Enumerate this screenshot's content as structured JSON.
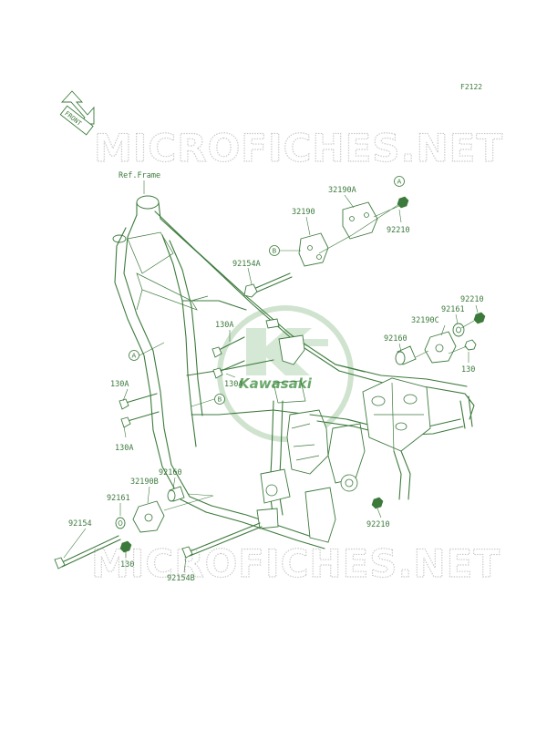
{
  "diagram_code": "F2122",
  "front_label": "FRONT",
  "watermark": "MICROFICHES.NET",
  "logo_text": "Kawasaki",
  "colors": {
    "line": "#3c7a3c",
    "watermark": "#c9c9c9",
    "logo": "#cfe3cf"
  },
  "refs": {
    "A": "A",
    "B": "B"
  },
  "labels": {
    "ref_frame": "Ref.Frame",
    "p32190A": "32190A",
    "p32190": "32190",
    "p92210_top": "92210",
    "p92154A": "92154A",
    "p92210_right": "92210",
    "p92161_right": "92161",
    "p32190C": "32190C",
    "p92160_right": "92160",
    "p130_right": "130",
    "p130A_a": "130A",
    "p130A_b": "130A",
    "p130A_c": "130A",
    "p130A_d": "130A",
    "p92160_left": "92160",
    "p32190B": "32190B",
    "p92161_left": "92161",
    "p92154": "92154",
    "p130_left": "130",
    "p92154B": "92154B",
    "p92210_bottom": "92210"
  }
}
